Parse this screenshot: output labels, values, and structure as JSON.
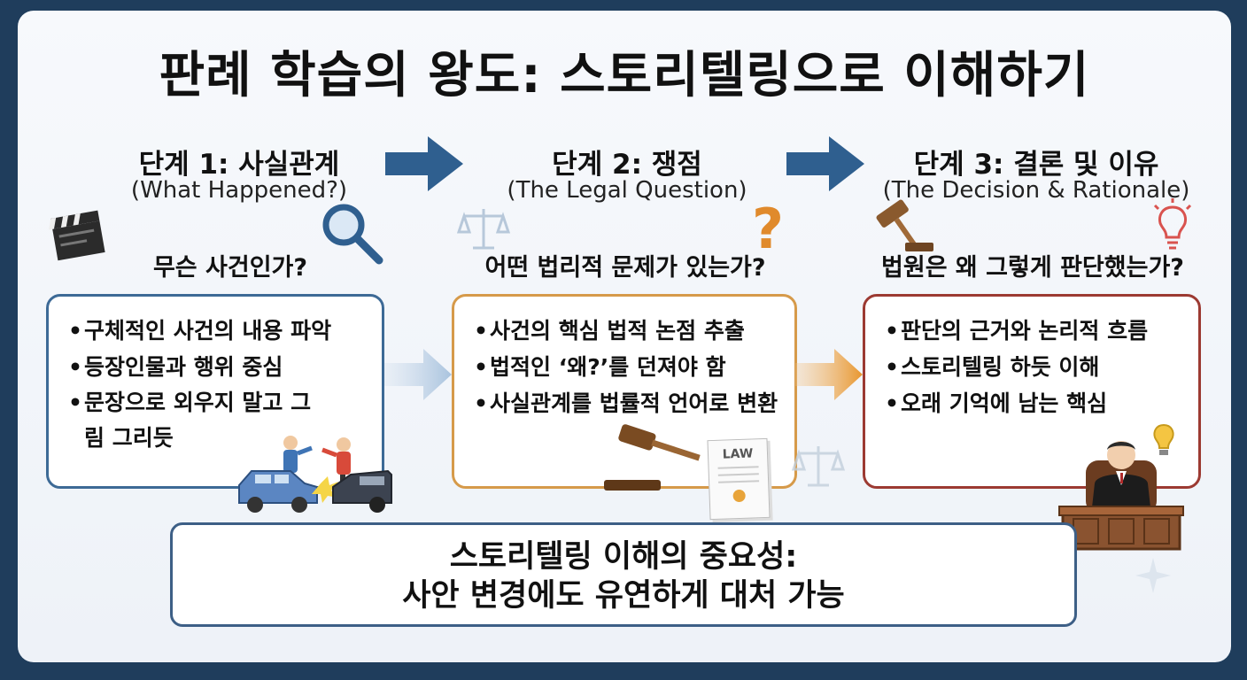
{
  "title": "판례 학습의 왕도: 스토리텔링으로 이해하기",
  "steps": [
    {
      "title": "단계 1: 사실관계",
      "subtitle": "(What Happened?)",
      "question": "무슨 사건인가?",
      "bullets": [
        "구체적인 사건의 내용 파악",
        "등장인물과 행위 중심",
        "문장으로 외우지 말고 그림 그리듯"
      ]
    },
    {
      "title": "단계 2: 쟁점",
      "subtitle": "(The Legal Question)",
      "question": "어떤 법리적 문제가 있는가?",
      "bullets": [
        "사건의 핵심 법적 논점 추출",
        "법적인 ‘왜?’를 던져야 함",
        "사실관계를 법률적 언어로 변환"
      ]
    },
    {
      "title": "단계 3: 결론 및 이유",
      "subtitle": "(The Decision & Rationale)",
      "question": "법원은 왜 그렇게 판단했는가?",
      "bullets": [
        "판단의 근거와 논리적 흐름",
        "스토리텔링 하듯 이해",
        "오래 기억에 남는 핵심"
      ]
    }
  ],
  "law_paper_label": "LAW",
  "bottom": {
    "line1": "스토리텔링 이해의 중요성:",
    "line2": "사안 변경에도 유연하게 대처 가능"
  },
  "colors": {
    "step1_border": "#3d6a96",
    "step2_border": "#d69a4a",
    "step3_border": "#9c3a32",
    "arrow_blue": "#2f5f8f"
  },
  "icons": [
    "clapperboard-icon",
    "magnifier-icon",
    "scales-icon",
    "question-mark-icon",
    "gavel-icon",
    "lightbulb-icon",
    "law-document-icon",
    "judge-icon",
    "car-accident-illustration"
  ]
}
